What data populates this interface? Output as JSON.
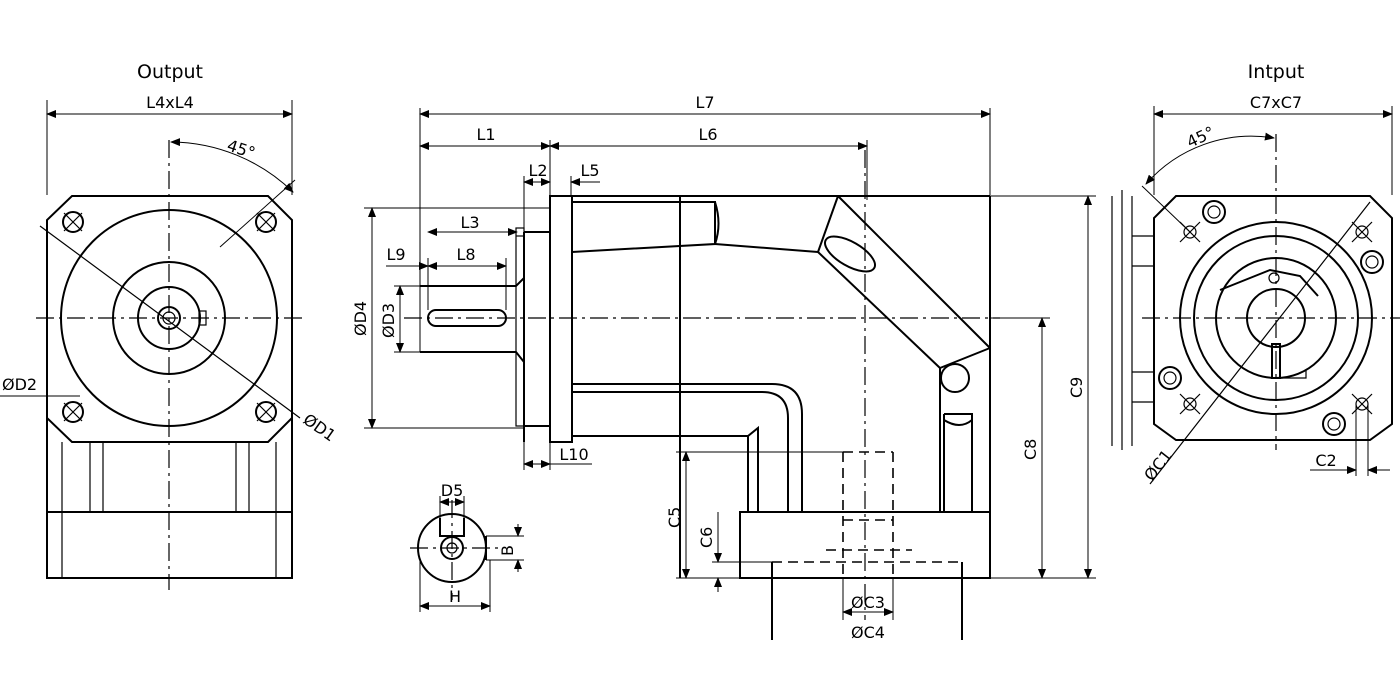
{
  "views": {
    "output_title": "Output",
    "input_title": "Intput"
  },
  "labels": {
    "l4xl4": "L4xL4",
    "angle_out": "45°",
    "d2": "ØD2",
    "d1": "ØD1",
    "l7": "L7",
    "l1": "L1",
    "l6": "L6",
    "l2": "L2",
    "l5": "L5",
    "l3": "L3",
    "l9": "L9",
    "l8": "L8",
    "d4": "ØD4",
    "d3": "ØD3",
    "l10": "L10",
    "d5": "D5",
    "b": "B",
    "h": "H",
    "c5": "C5",
    "c6": "C6",
    "c3": "ØC3",
    "c4": "ØC4",
    "c8": "C8",
    "c9": "C9",
    "c7xc7": "C7xC7",
    "angle_in": "45°",
    "c1": "ØC1",
    "c2": "C2"
  }
}
